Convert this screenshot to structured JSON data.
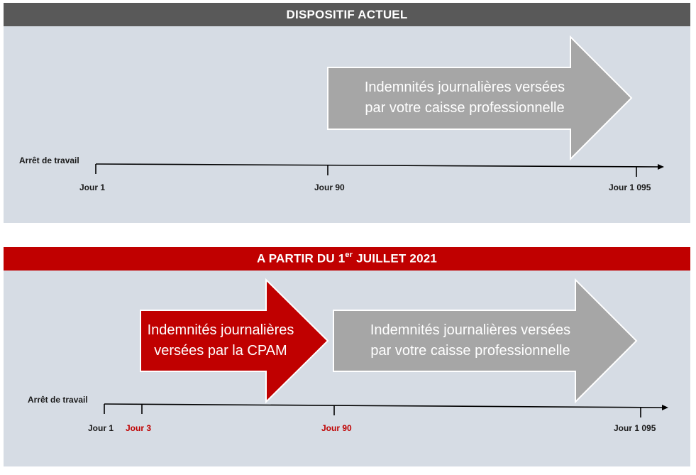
{
  "current": {
    "title": "DISPOSITIF ACTUEL",
    "arrow_text": "Indemnités journalières versées par votre caisse professionnelle",
    "start_label": "Arrêt de travail",
    "ticks": [
      "Jour 1",
      "Jour 90",
      "Jour 1 095"
    ]
  },
  "future": {
    "title_prefix": "A PARTIR DU 1",
    "title_sup": "er",
    "title_suffix": " JUILLET 2021",
    "arrow_cpam_text": "Indemnités journalières versées par la CPAM",
    "arrow_caisse_text": "Indemnités journalières versées par votre caisse professionnelle",
    "start_label": "Arrêt de travail",
    "ticks": [
      "Jour 1",
      "Jour 3",
      "Jour 90",
      "Jour 1 095"
    ]
  },
  "colors": {
    "header_current": "#595959",
    "header_future": "#c00000",
    "panel_bg": "#d6dce4",
    "arrow_grey": "#a6a6a6",
    "arrow_red": "#c00000",
    "highlight_label": "#c00000"
  }
}
